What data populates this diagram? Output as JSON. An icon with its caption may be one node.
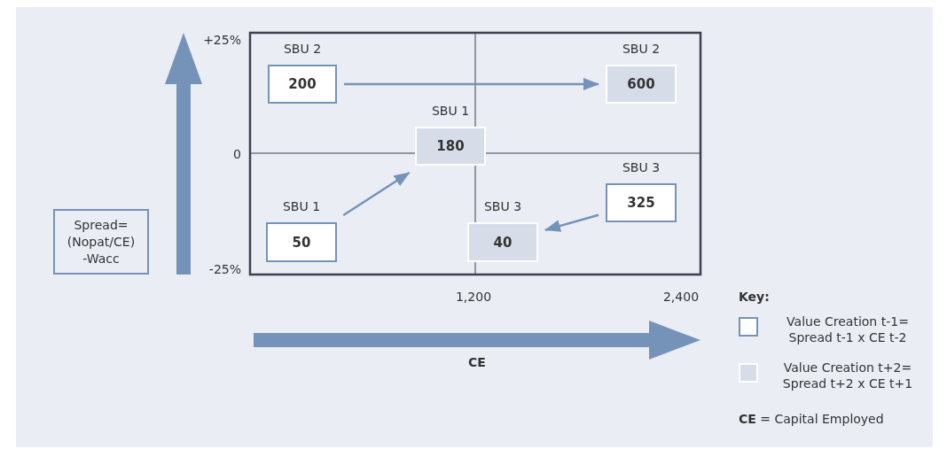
{
  "diagram": {
    "nodes": [
      {
        "text": [
          "SBU 2",
          "200"
        ]
      },
      {
        "text": [
          "SBU 2",
          "600"
        ]
      },
      {
        "text": [
          "SBU 1",
          "180"
        ]
      },
      {
        "text": [
          "SBU 1",
          "50"
        ]
      },
      {
        "text": [
          "SBU 3",
          "40"
        ]
      },
      {
        "text": [
          "SBU 3",
          "325"
        ]
      },
      {
        "text": [
          "Spread= (Nopat/CE) -Wacc"
        ]
      }
    ],
    "edges": [
      {
        "from": 0,
        "to": 1,
        "arrow": "to"
      },
      {
        "from": 3,
        "to": 2,
        "arrow": "to"
      },
      {
        "from": 5,
        "to": 4,
        "arrow": "to"
      }
    ],
    "labels": [
      "+25%",
      "0",
      "-25%",
      "1,200",
      "2,400",
      "CE",
      "Key:",
      "**CE** = Capital Employed"
    ],
    "legend": [
      {
        "text": "Value Creation t-1= Spread t-1 x CE t-2",
        "color": "#ffffff"
      },
      {
        "text": "Value Creation t+2= Spread t+2 x CE t+1",
        "color": "#d7dde8"
      }
    ]
  }
}
